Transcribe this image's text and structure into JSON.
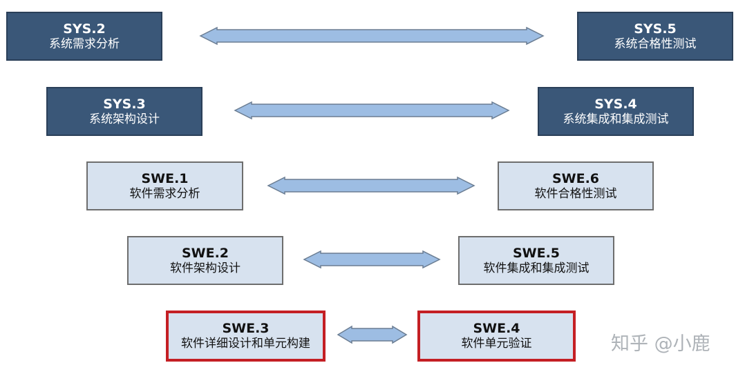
{
  "pairs": [
    {
      "left": {
        "code": "SYS.2",
        "name": "系统需求分析",
        "style": "sys"
      },
      "right": {
        "code": "SYS.5",
        "name": "系统合格性测试",
        "style": "sys"
      }
    },
    {
      "left": {
        "code": "SYS.3",
        "name": "系统架构设计",
        "style": "sys"
      },
      "right": {
        "code": "SYS.4",
        "name": "系统集成和集成测试",
        "style": "sys"
      }
    },
    {
      "left": {
        "code": "SWE.1",
        "name": "软件需求分析",
        "style": "swe"
      },
      "right": {
        "code": "SWE.6",
        "name": "软件合格性测试",
        "style": "swe"
      }
    },
    {
      "left": {
        "code": "SWE.2",
        "name": "软件架构设计",
        "style": "swe"
      },
      "right": {
        "code": "SWE.5",
        "name": "软件集成和集成测试",
        "style": "swe"
      }
    },
    {
      "left": {
        "code": "SWE.3",
        "name": "软件详细设计和单元构建",
        "style": "highlighted"
      },
      "right": {
        "code": "SWE.4",
        "name": "软件单元验证",
        "style": "highlighted"
      }
    }
  ],
  "colors": {
    "sys_fill": "#3a5778",
    "swe_fill": "#d7e2ef",
    "highlight_border": "#c41f24",
    "arrow_fill": "#9dbde3",
    "arrow_stroke": "#6b7d92"
  },
  "watermark": "知乎 @小鹿"
}
